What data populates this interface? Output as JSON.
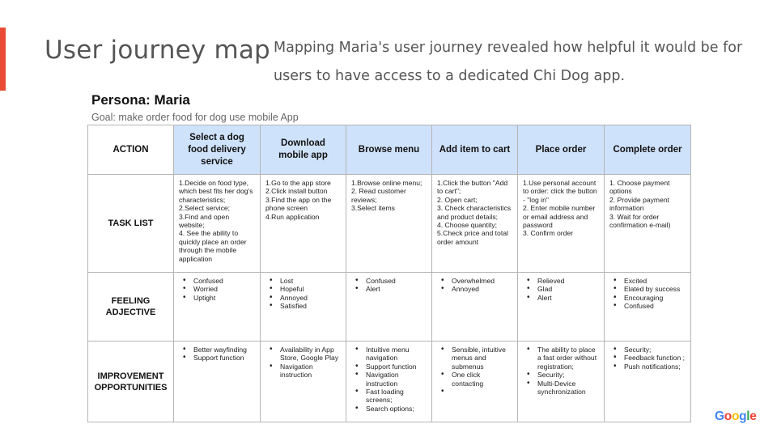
{
  "slide": {
    "title": "User journey map",
    "subtitle": "Mapping Maria's user journey revealed how helpful it would be for users to have access to a dedicated Chi Dog app.",
    "accent_color": "#e94b35"
  },
  "persona": {
    "title": "Persona: Maria",
    "goal": "Goal: make order food for dog use mobile App"
  },
  "table": {
    "header_color": "#cfe2fb",
    "corner_label": "ACTION",
    "columns": [
      "Select a dog food delivery service",
      "Download mobile app",
      "Browse menu",
      "Add item to cart",
      "Place order",
      "Complete order"
    ],
    "rows": {
      "task_list": {
        "label": "TASK LIST",
        "cells": [
          [
            "1.Decide on food type, which best fits her dog's characteristics;",
            "2.Select service;",
            "3.Find and open website;",
            "4. See the ability to quickly place an order through the mobile application"
          ],
          [
            "1.Go to the app store",
            "2.Click install button",
            "3.Find the app on the phone screen",
            "4.Run application"
          ],
          [
            "1.Browse online menu;",
            "2. Read customer reviews;",
            "3.Select items"
          ],
          [
            "1.Click the button \"Add to cart\";",
            "2. Open cart;",
            "3. Check characteristics and product details;",
            "4. Choose quantity;",
            "5.Check price and total order amount"
          ],
          [
            "1.Use personal account to order: click the button - \"log in\"",
            "2.  Enter mobile number or email address and password",
            "3. Confirm order"
          ],
          [
            "1. Choose payment options",
            "2. Provide payment information",
            "3. Wait for order confirmation e-mail)"
          ]
        ]
      },
      "feeling": {
        "label": "FEELING ADJECTIVE",
        "cells": [
          [
            "Confused",
            "Worried",
            "Uptight"
          ],
          [
            "Lost",
            "Hopeful",
            "Annoyed",
            "Satisfied"
          ],
          [
            "Confused",
            "Alert"
          ],
          [
            "Overwhelmed",
            "Annoyed"
          ],
          [
            "Relieved",
            "Glad",
            "Alert"
          ],
          [
            "Excited",
            "Elated by success",
            "Encouraging",
            "Confused"
          ]
        ]
      },
      "improvement": {
        "label": "IMPROVEMENT OPPORTUNITIES",
        "cells": [
          [
            "Better wayfinding",
            "Support function"
          ],
          [
            "Availability in App Store, Google Play",
            "Navigation instruction"
          ],
          [
            "Intuitive menu navigation",
            "Support function",
            "Navigation instruction",
            "Fast loading screens;",
            "Search options;"
          ],
          [
            "Sensible, intuitive menus and submenus",
            "One click contacting",
            ""
          ],
          [
            "The ability to place a fast order without registration;",
            "Security;",
            "Multi-Device synchronization"
          ],
          [
            "Security;",
            "Feedback function ;",
            "Push notifications;"
          ]
        ]
      }
    }
  },
  "logo": {
    "text": "Google",
    "colors": [
      "#4285f4",
      "#ea4335",
      "#fbbc05",
      "#4285f4",
      "#34a853",
      "#ea4335"
    ]
  }
}
